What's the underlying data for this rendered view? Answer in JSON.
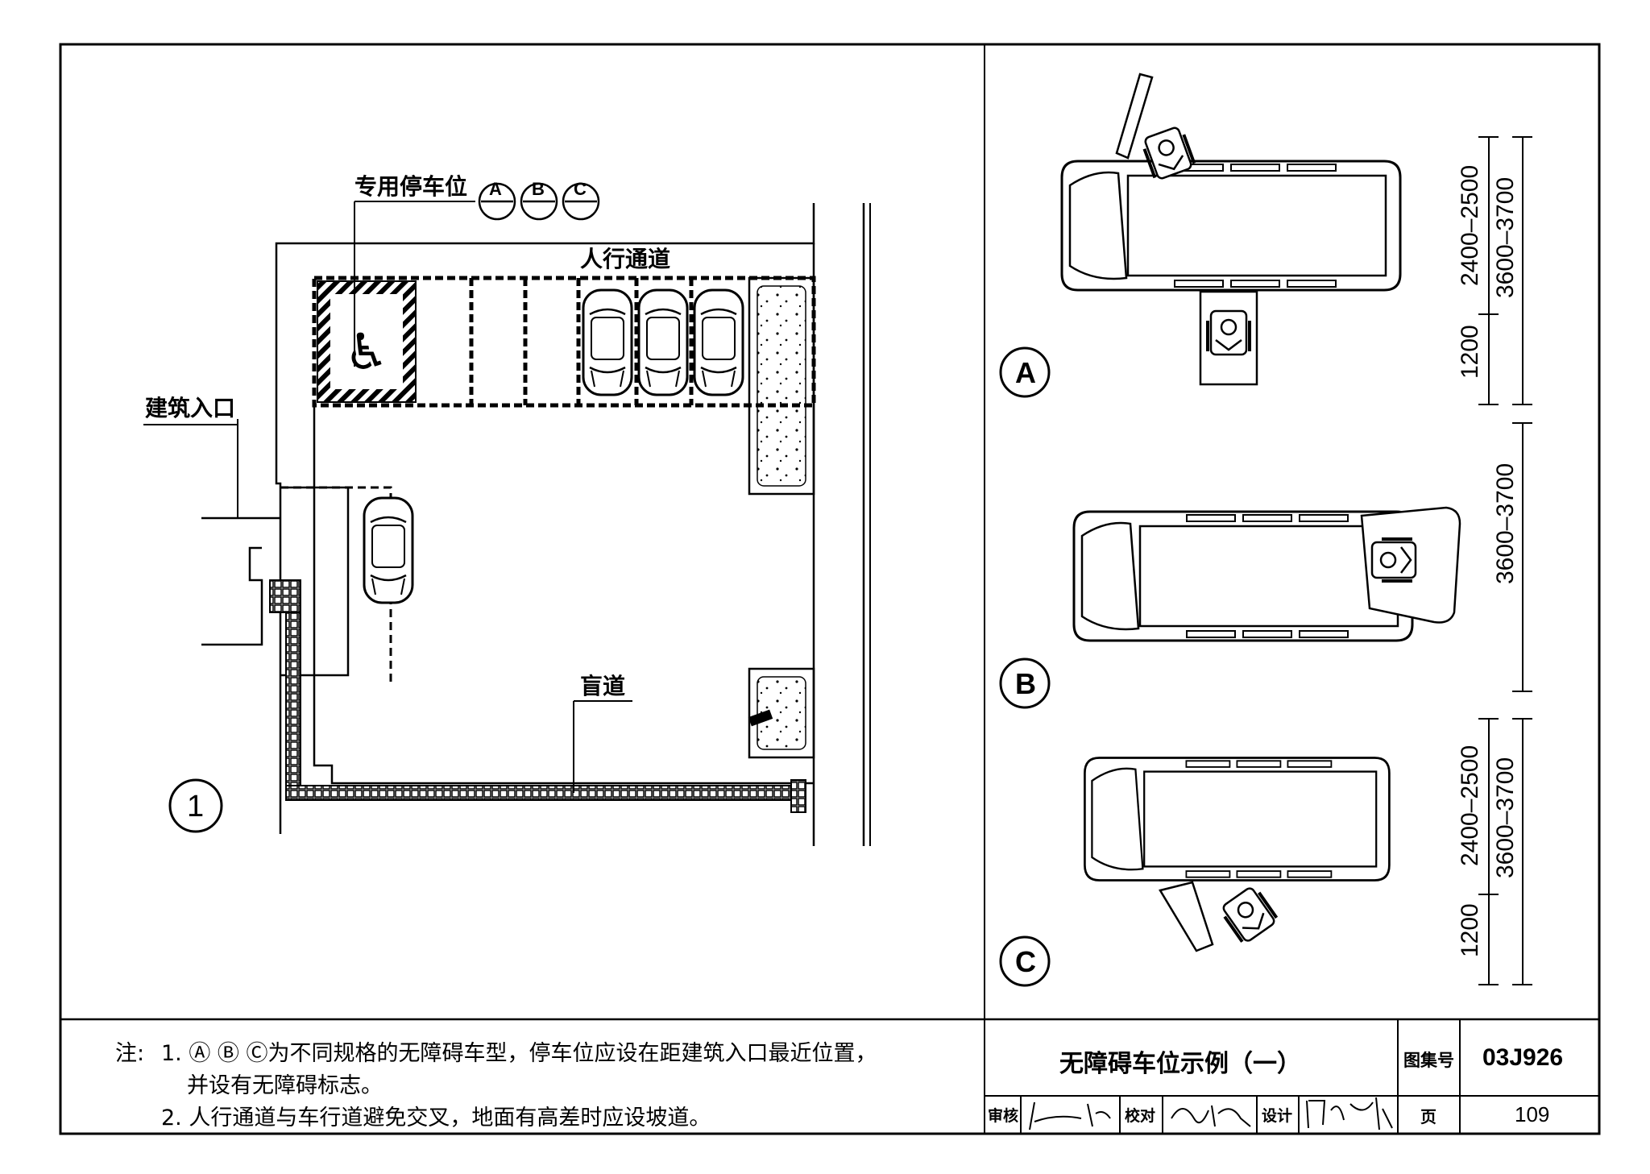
{
  "plan": {
    "reserved_parking_label": "专用停车位",
    "reserved_parking_refs": [
      "A",
      "B",
      "C"
    ],
    "pedestrian_path_label": "人行通道",
    "building_entrance_label": "建筑入口",
    "tactile_path_label": "盲道",
    "figure_number": "1"
  },
  "vehicles": [
    {
      "letter": "A",
      "dims": [
        "2400–2500",
        "3600–3700",
        "1200"
      ]
    },
    {
      "letter": "B",
      "dims": [
        "3600–3700"
      ]
    },
    {
      "letter": "C",
      "dims": [
        "2400–2500",
        "3600–3700",
        "1200"
      ]
    }
  ],
  "notes": {
    "prefix": "注:",
    "line1": "1. Ⓐ Ⓑ Ⓒ为不同规格的无障碍车型，停车位应设在距建筑入口最近位置，",
    "line1b": "并设有无障碍标志。",
    "line2": "2. 人行通道与车行道避免交叉，地面有高差时应设坡道。"
  },
  "title_block": {
    "title": "无障碍车位示例（一）",
    "atlas_label": "图集号",
    "atlas_number": "03J926",
    "review_label": "审核",
    "check_label": "校对",
    "design_label": "设计",
    "page_label": "页",
    "page_number": "109"
  }
}
